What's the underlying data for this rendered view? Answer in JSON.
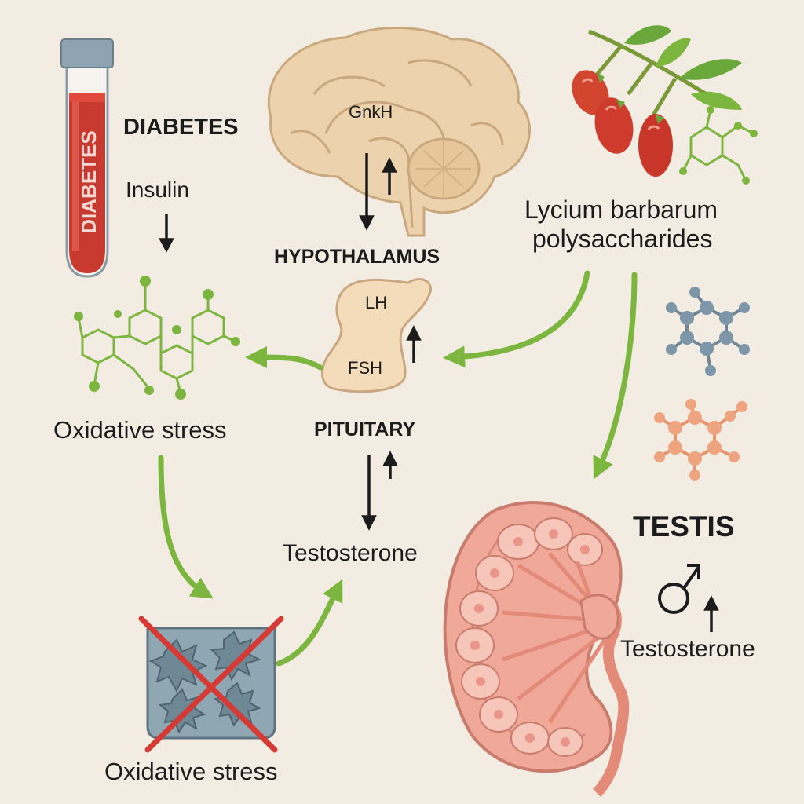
{
  "tube_text": "DIABETES",
  "labels": {
    "diabetes": "DIABETES",
    "insulin": "Insulin",
    "gnrh": "GnkH",
    "hypothalamus": "HYPOTHALAMUS",
    "lh": "LH",
    "fsh": "FSH",
    "pituitary": "PITUITARY",
    "testosterone_center": "Testosterone",
    "oxidative_stress_left": "Oxidative stress",
    "oxidative_stress_bottom": "Oxidative stress",
    "lbp_line1": "Lycium barbarum",
    "lbp_line2": "polysaccharides",
    "testis": "TESTIS",
    "testosterone_right": "Testosterone"
  },
  "colors": {
    "background": "#f3ece2",
    "arrow_green": "#7cb63f",
    "blood_red": "#c83a2f",
    "brain_tan": "#ecd3ad",
    "testis_pink": "#f0a898",
    "cross_red": "#d63a35",
    "molecule_blue": "#7d97a8",
    "molecule_orange": "#eea47f"
  },
  "icons": [
    "test-tube-icon",
    "brain-icon",
    "pituitary-icon",
    "goji-berry-icon",
    "molecule-icon",
    "oxidative-cell-icon",
    "cross-icon",
    "testis-icon",
    "male-symbol-icon",
    "up-arrow-icon",
    "down-arrow-icon"
  ]
}
